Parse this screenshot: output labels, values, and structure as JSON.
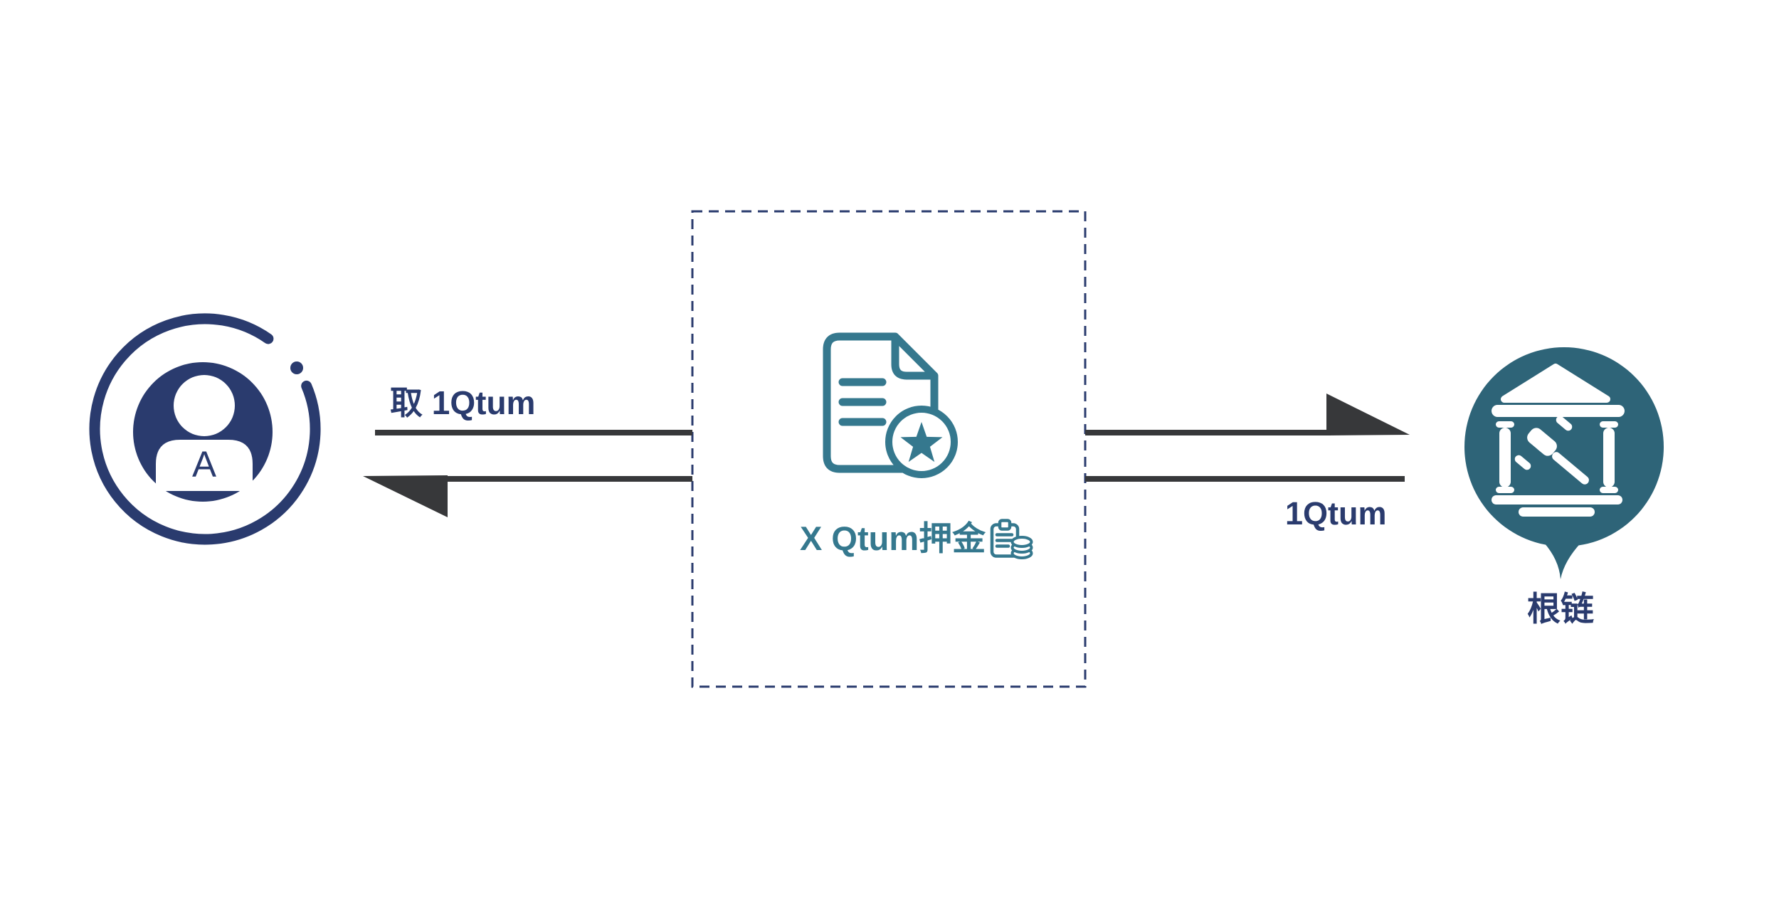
{
  "diagram": {
    "actor_a": {
      "label": "A"
    },
    "top_flow": {
      "label": "取 1Qtum"
    },
    "contract_box": {
      "label": "X Qtum押金"
    },
    "bottom_flow": {
      "label": "1Qtum"
    },
    "root_chain": {
      "label": "根链"
    }
  },
  "colors": {
    "navy": "#2a3b6e",
    "teal": "#35788e",
    "root_chain_teal": "#2e6478",
    "arrow_gray": "#37383a",
    "background": "#ffffff"
  }
}
